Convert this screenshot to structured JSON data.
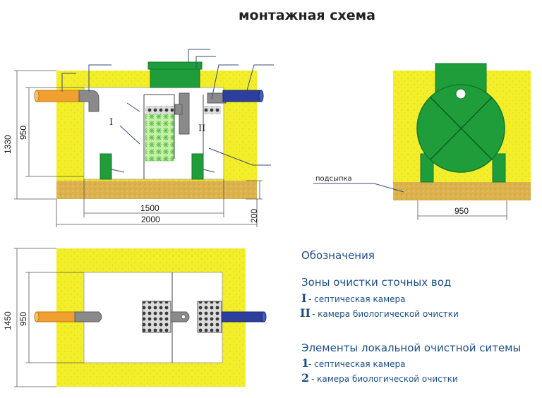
{
  "title": "монтажная схема",
  "colors": {
    "soil": "#f2ee2a",
    "sand": "#d9b24a",
    "tank": "#1f9d3a",
    "tank_dark": "#117a2a",
    "inlet_pipe": "#f0a030",
    "outlet_pipe": "#2c3f9c",
    "grey_pipe": "#8a8a8a",
    "leader": "#3c4a7a",
    "legend_text": "#1d4f86"
  },
  "section_view": {
    "chamber_1": "I",
    "chamber_2": "II",
    "dims": {
      "height_total": "1330",
      "height_inner": "950",
      "width_inner": "1500",
      "width_total": "2000",
      "base": "200"
    }
  },
  "end_view": {
    "bedding_label": "подсыпка",
    "dims": {
      "width": "950"
    }
  },
  "plan_view": {
    "dims": {
      "height_total": "1450",
      "height_inner": "950"
    }
  },
  "legend": {
    "heading": "Обозначения",
    "zones": {
      "title": "Зоны очистки сточных вод",
      "items": [
        {
          "mark": "I",
          "text": "- септическая камера"
        },
        {
          "mark": "II",
          "text": "- камера биологической очистки"
        }
      ]
    },
    "elements": {
      "title": "Элементы локальной очистной ситемы",
      "items": [
        {
          "mark": "1",
          "text": "- септическая камера"
        },
        {
          "mark": "2",
          "text": "- камера биологической очистки"
        }
      ]
    }
  }
}
